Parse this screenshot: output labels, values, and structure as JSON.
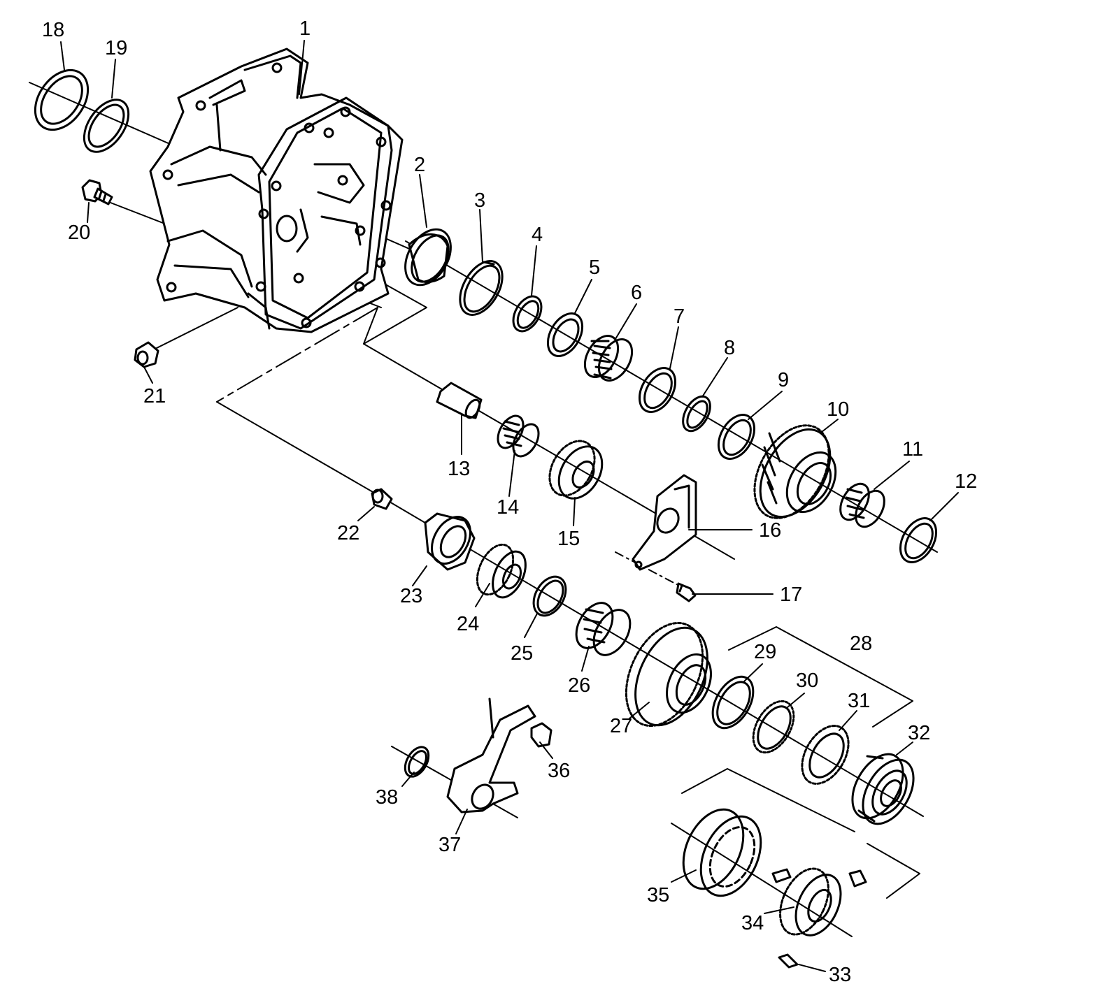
{
  "diagram": {
    "labels": {
      "p1": "1",
      "p2": "2",
      "p3": "3",
      "p4": "4",
      "p5": "5",
      "p6": "6",
      "p7": "7",
      "p8": "8",
      "p9": "9",
      "p10": "10",
      "p11": "11",
      "p12": "12",
      "p13": "13",
      "p14": "14",
      "p15": "15",
      "p16": "16",
      "p17": "17",
      "p18": "18",
      "p19": "19",
      "p20": "20",
      "p21": "21",
      "p22": "22",
      "p23": "23",
      "p24": "24",
      "p25": "25",
      "p26": "26",
      "p27": "27",
      "p28": "28",
      "p29": "29",
      "p30": "30",
      "p31": "31",
      "p32": "32",
      "p33": "33",
      "p34": "34",
      "p35": "35",
      "p36": "36",
      "p37": "37",
      "p38": "38"
    },
    "colors": {
      "ink": "#000000",
      "paper": "#ffffff"
    }
  }
}
